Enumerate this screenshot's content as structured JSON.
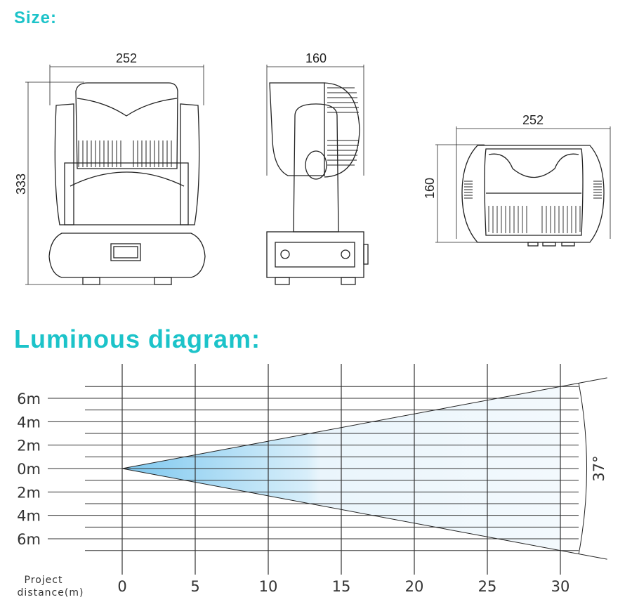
{
  "size_section": {
    "title": "Size:",
    "front_view": {
      "width_label": "252",
      "height_label": "333"
    },
    "side_view": {
      "depth_label": "160"
    },
    "top_view": {
      "width_label": "252",
      "depth_label": "160"
    }
  },
  "luminous_section": {
    "title": "Luminous diagram:"
  },
  "chart_data": {
    "type": "area",
    "title": "Luminous diagram:",
    "xlabel": "Project distance(m)",
    "x_ticks": [
      "0",
      "5",
      "10",
      "15",
      "20",
      "25",
      "30"
    ],
    "x_values": [
      0,
      5,
      10,
      15,
      20,
      25,
      30
    ],
    "y_tick_labels": [
      "6m",
      "4m",
      "2m",
      "0m",
      "2m",
      "4m",
      "6m"
    ],
    "y_values": [
      6,
      4,
      2,
      0,
      -2,
      -4,
      -6
    ],
    "xlim": [
      0,
      30
    ],
    "ylim": [
      -7,
      7
    ],
    "beam": {
      "origin": [
        0,
        0
      ],
      "upper_at_30": 7,
      "lower_at_30": -7,
      "angle_label": "37°"
    },
    "beam_color": "#7ec8ef",
    "grid": true
  }
}
